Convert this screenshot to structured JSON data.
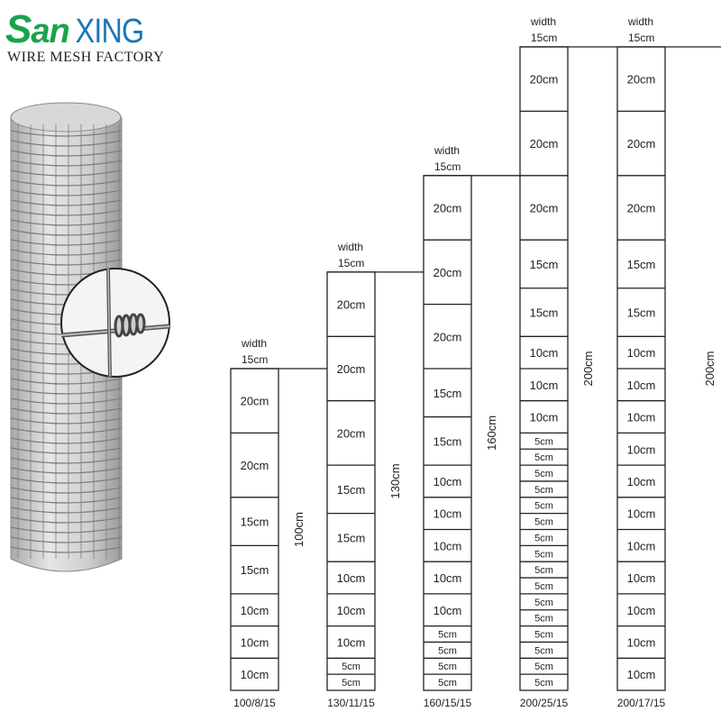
{
  "logo": {
    "brand_s": "S",
    "brand_an": "an",
    "brand_xing": "XING",
    "tagline": "WIRE MESH FACTORY"
  },
  "product_image": {
    "kind": "roll of knotted field fence with circular zoom on the knot"
  },
  "panels": [
    {
      "model": "100/8/15",
      "width_label": "width",
      "width_value": "15cm",
      "height_label": "100cm",
      "spacings": [
        "20cm",
        "20cm",
        "15cm",
        "15cm",
        "10cm",
        "10cm",
        "10cm"
      ]
    },
    {
      "model": "130/11/15",
      "width_label": "width",
      "width_value": "15cm",
      "height_label": "130cm",
      "spacings": [
        "20cm",
        "20cm",
        "20cm",
        "15cm",
        "15cm",
        "10cm",
        "10cm",
        "10cm",
        "5cm",
        "5cm"
      ]
    },
    {
      "model": "160/15/15",
      "width_label": "width",
      "width_value": "15cm",
      "height_label": "160cm",
      "spacings": [
        "20cm",
        "20cm",
        "20cm",
        "15cm",
        "15cm",
        "10cm",
        "10cm",
        "10cm",
        "10cm",
        "10cm",
        "5cm",
        "5cm",
        "5cm",
        "5cm"
      ]
    },
    {
      "model": "200/25/15",
      "width_label": "width",
      "width_value": "15cm",
      "height_label": "200cm",
      "spacings": [
        "20cm",
        "20cm",
        "20cm",
        "15cm",
        "15cm",
        "10cm",
        "10cm",
        "10cm",
        "5cm",
        "5cm",
        "5cm",
        "5cm",
        "5cm",
        "5cm",
        "5cm",
        "5cm",
        "5cm",
        "5cm",
        "5cm",
        "5cm",
        "5cm",
        "5cm",
        "5cm",
        "5cm"
      ]
    },
    {
      "model": "200/17/15",
      "width_label": "width",
      "width_value": "15cm",
      "height_label": "200cm",
      "spacings": [
        "20cm",
        "20cm",
        "20cm",
        "15cm",
        "15cm",
        "10cm",
        "10cm",
        "10cm",
        "10cm",
        "10cm",
        "10cm",
        "10cm",
        "10cm",
        "10cm",
        "10cm",
        "10cm"
      ]
    }
  ]
}
